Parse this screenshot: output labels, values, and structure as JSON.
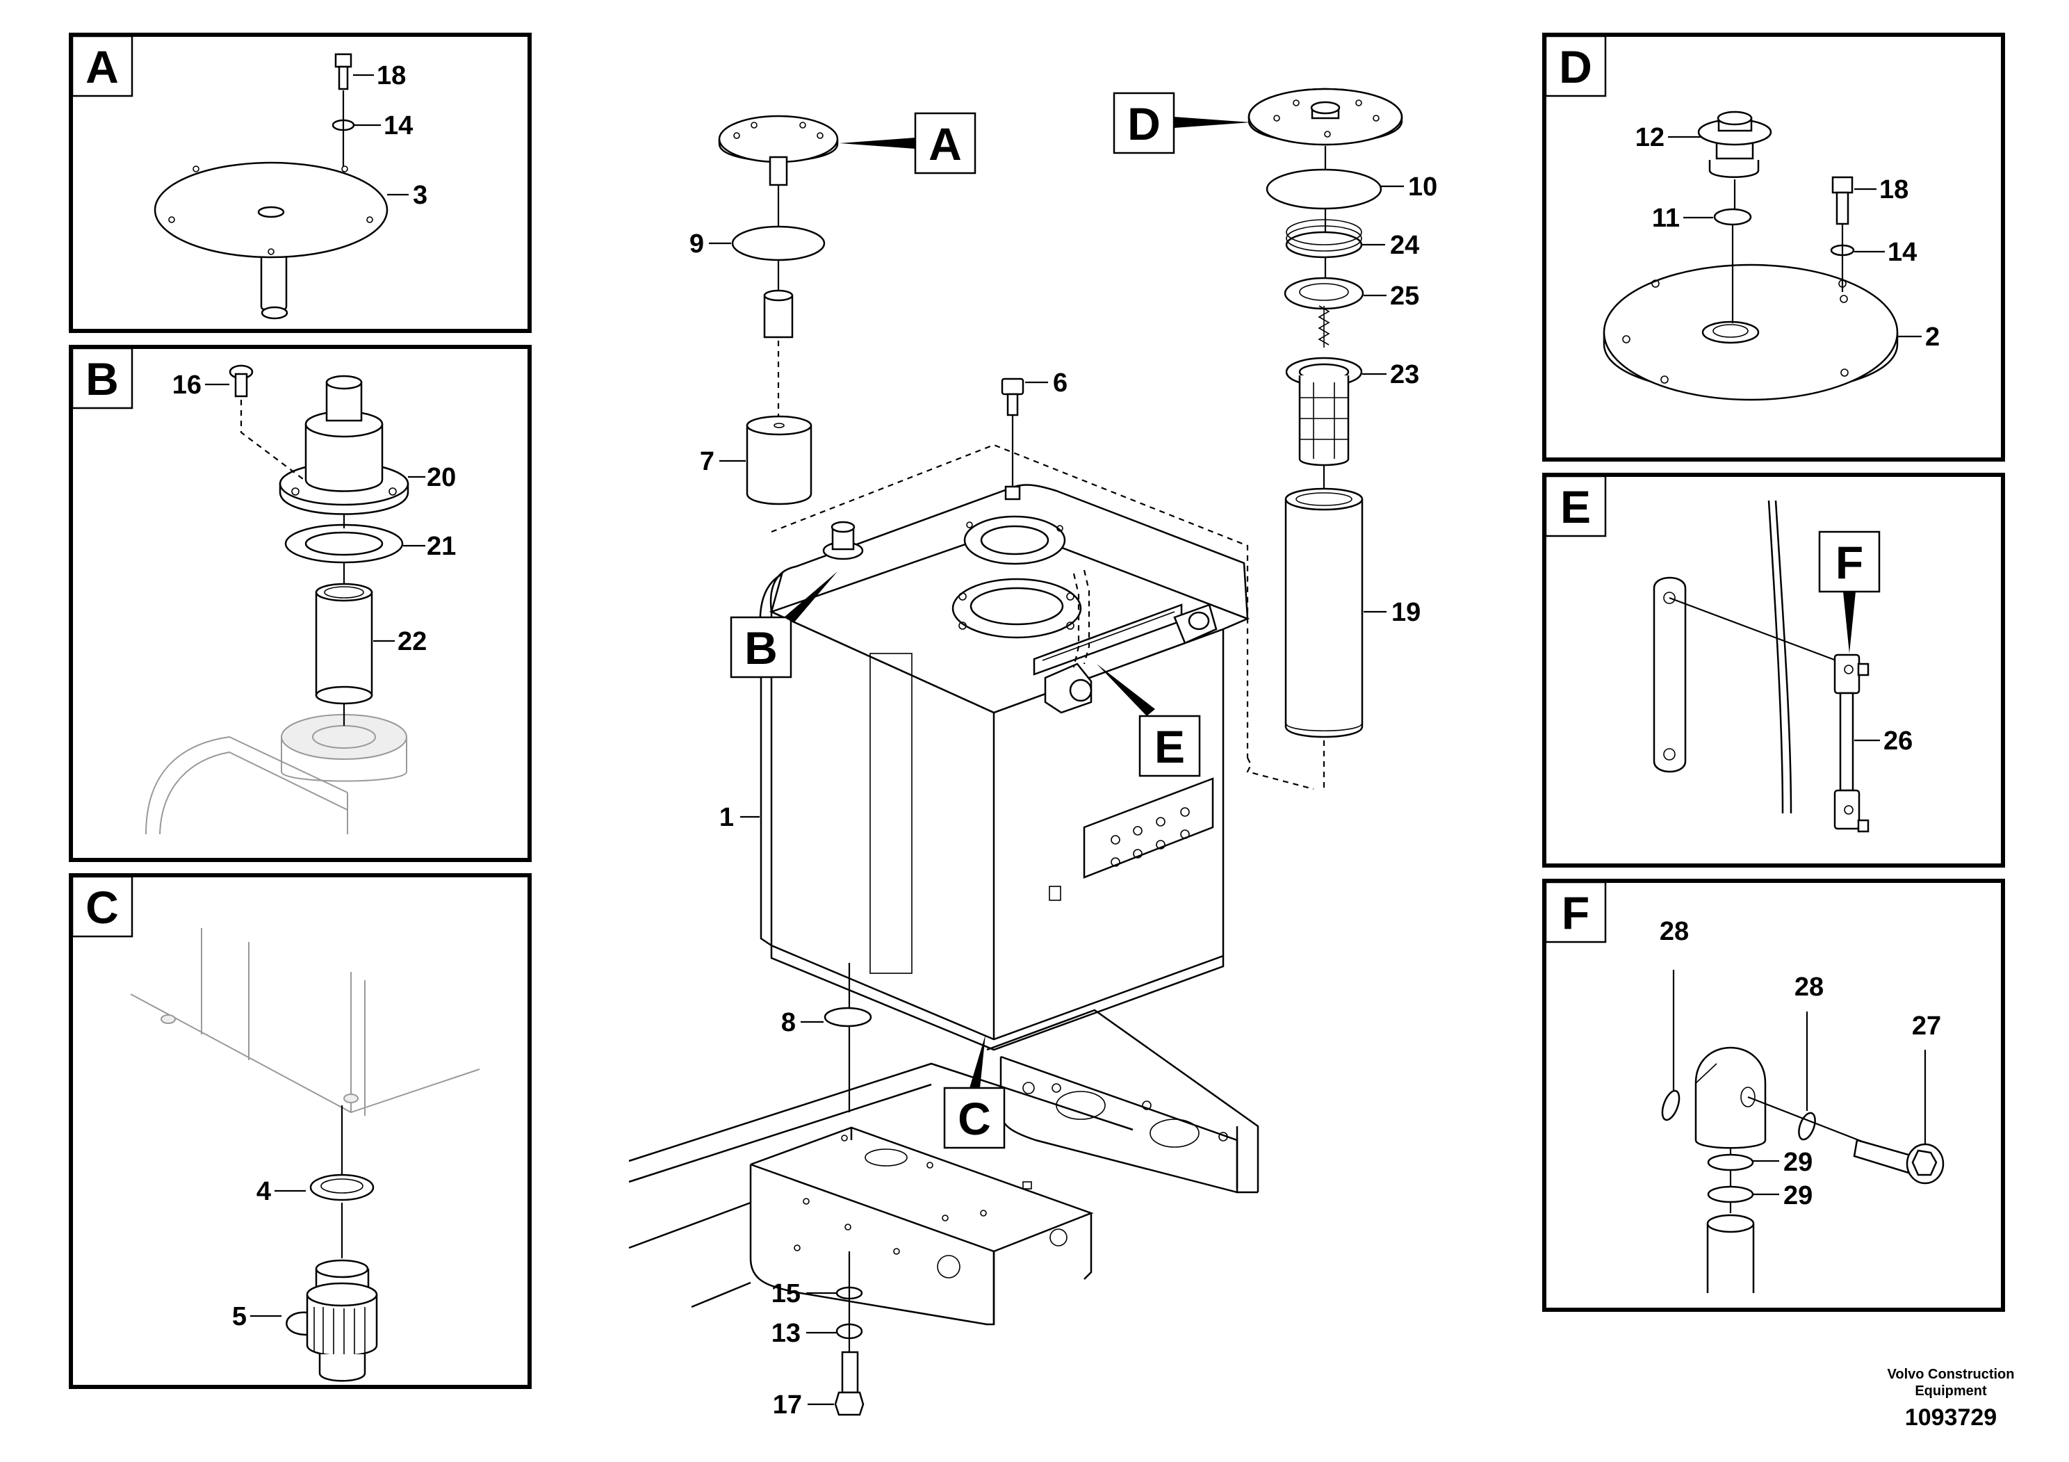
{
  "panels": {
    "A": {
      "letter": "A",
      "parts": [
        "18",
        "14",
        "3"
      ]
    },
    "B": {
      "letter": "B",
      "parts": [
        "16",
        "20",
        "21",
        "22"
      ]
    },
    "C": {
      "letter": "C",
      "parts": [
        "4",
        "5"
      ]
    },
    "D": {
      "letter": "D",
      "parts": [
        "12",
        "18",
        "11",
        "14",
        "2"
      ]
    },
    "E": {
      "letter": "E",
      "parts": [
        "26"
      ],
      "callout": "F"
    },
    "F": {
      "letter": "F",
      "parts": [
        "28",
        "28",
        "27",
        "29",
        "29"
      ]
    }
  },
  "center": {
    "callouts": [
      "A",
      "B",
      "C",
      "D",
      "E"
    ],
    "parts": [
      "9",
      "6",
      "7",
      "1",
      "8",
      "15",
      "13",
      "17",
      "10",
      "24",
      "25",
      "23",
      "19"
    ]
  },
  "footer": {
    "company_line1": "Volvo Construction",
    "company_line2": "Equipment",
    "figure_number": "1093729"
  }
}
